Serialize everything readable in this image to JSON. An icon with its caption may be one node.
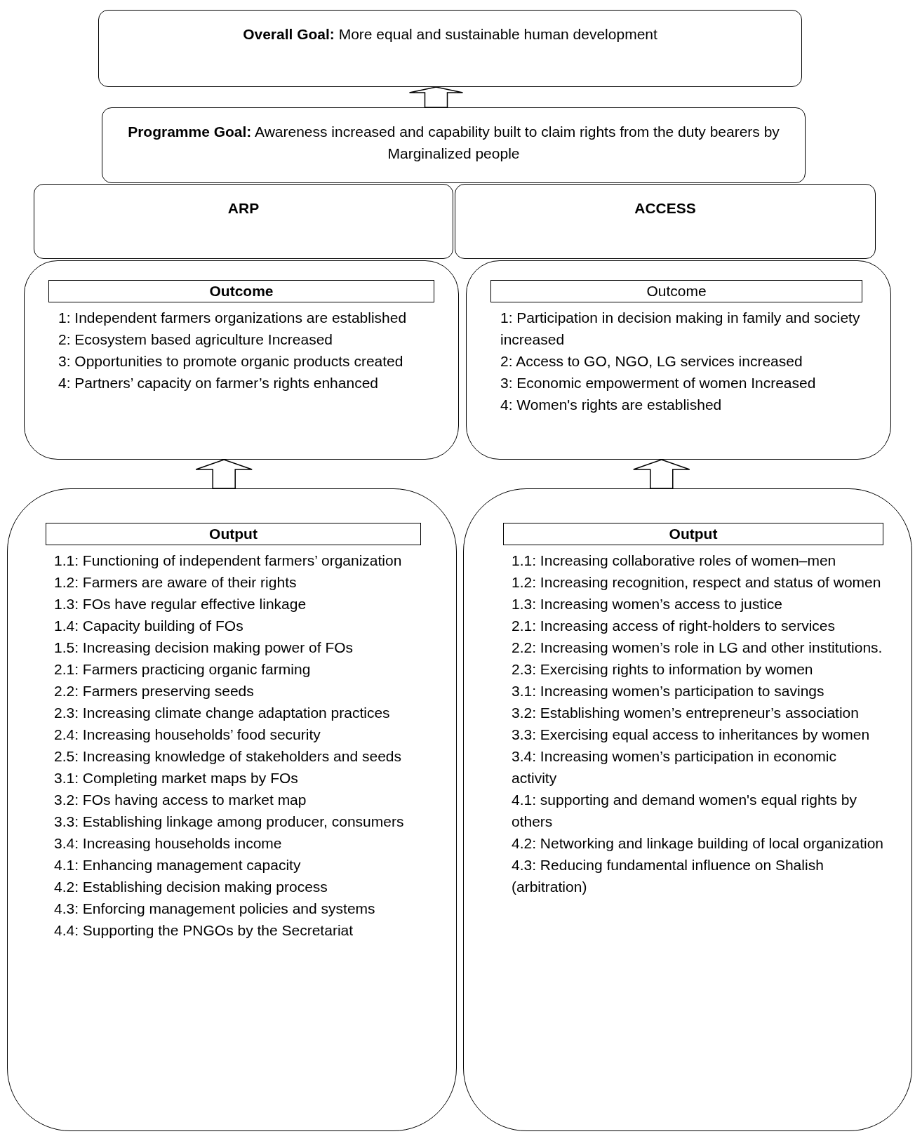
{
  "diagram": {
    "nodes": [
      {
        "text": [
          "**Overall Goal:** More equal and sustainable human development"
        ]
      },
      {
        "text": [
          "**Programme Goal:** Awareness increased and capability built to claim rights from the duty bearers by Marginalized people"
        ]
      },
      {
        "text": [
          "ARP"
        ]
      },
      {
        "text": [
          "ACCESS"
        ]
      },
      {
        "text": [
          "Outcome",
          "1: Independent farmers organizations are established",
          "2: Ecosystem based agriculture Increased",
          "3: Opportunities to promote organic products created",
          "4: Partners’ capacity on farmer’s rights enhanced"
        ]
      },
      {
        "text": [
          "Outcome",
          "1: Participation in decision making in family and society increased",
          "2: Access to GO, NGO, LG services increased",
          "3: Economic empowerment of women Increased",
          "4: Women's rights are established"
        ]
      },
      {
        "text": [
          "Output",
          "1.1: Functioning of independent farmers’ organization",
          "1.2: Farmers are aware of their rights",
          "1.3: FOs have regular effective linkage",
          "1.4: Capacity building of FOs",
          "1.5: Increasing decision making power of FOs",
          "2.1: Farmers practicing organic farming",
          "2.2: Farmers preserving seeds",
          "2.3: Increasing climate change adaptation practices",
          "2.4: Increasing households’ food security",
          "2.5: Increasing knowledge of stakeholders and seeds",
          "3.1: Completing market maps by FOs",
          "3.2: FOs having access to market map",
          "3.3: Establishing linkage among producer, consumers",
          "3.4: Increasing households income",
          "4.1: Enhancing management capacity",
          "4.2: Establishing decision making process",
          "4.3: Enforcing management policies and systems",
          "4.4: Supporting the PNGOs by the Secretariat"
        ]
      },
      {
        "text": [
          "Output",
          "1.1: Increasing collaborative roles of women–men",
          "1.2: Increasing recognition, respect and status of women",
          "1.3: Increasing women’s access to justice",
          "2.1: Increasing access of right-holders to services",
          "2.2: Increasing women’s role in LG and other institutions.",
          "2.3: Exercising rights to information by women",
          "3.1: Increasing women’s participation to savings",
          "3.2: Establishing women’s entrepreneur’s association",
          "3.3: Exercising equal access to inheritances by women",
          "3.4: Increasing women’s participation in economic activity",
          "4.1: supporting and demand women's equal rights by others",
          "4.2: Networking and linkage building of local organization",
          "4.3: Reducing fundamental influence on Shalish (arbitration)"
        ]
      }
    ],
    "edges": [
      {
        "from": 1,
        "to": 0,
        "arrow": "to"
      },
      {
        "from": 6,
        "to": 4,
        "arrow": "to"
      },
      {
        "from": 7,
        "to": 5,
        "arrow": "to"
      }
    ]
  }
}
